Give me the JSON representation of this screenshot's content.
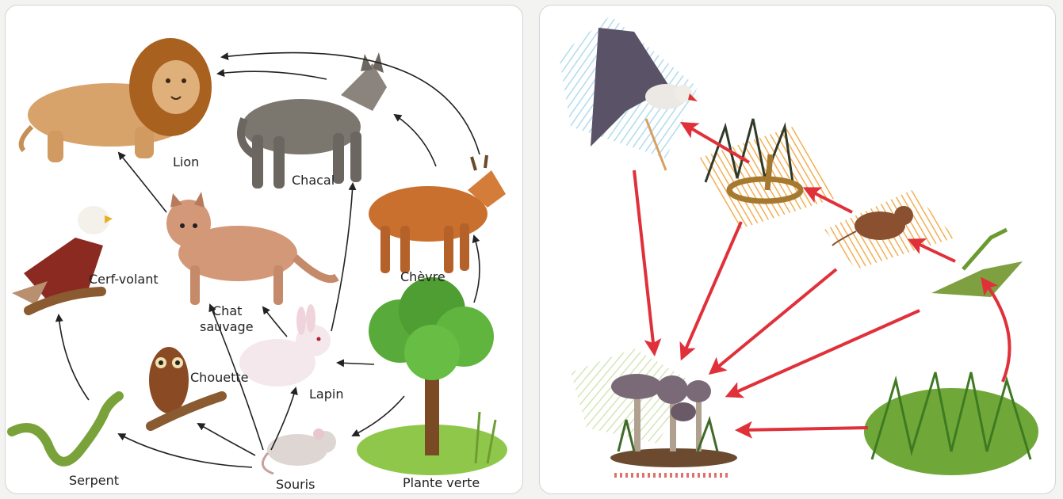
{
  "food_web_left": {
    "labels": {
      "lion": "Lion",
      "jackal": "Chacal",
      "goat": "Chèvre",
      "kite": "Cerf-volant",
      "wildcat_line1": "Chat",
      "wildcat_line2": "sauvage",
      "owl": "Chouette",
      "rabbit": "Lapin",
      "green_plant": "Plante verte",
      "snake": "Serpent",
      "mouse": "Souris"
    },
    "arrow_color": "#222222"
  },
  "food_chain_right": {
    "arrow_color": "#e0303a"
  }
}
